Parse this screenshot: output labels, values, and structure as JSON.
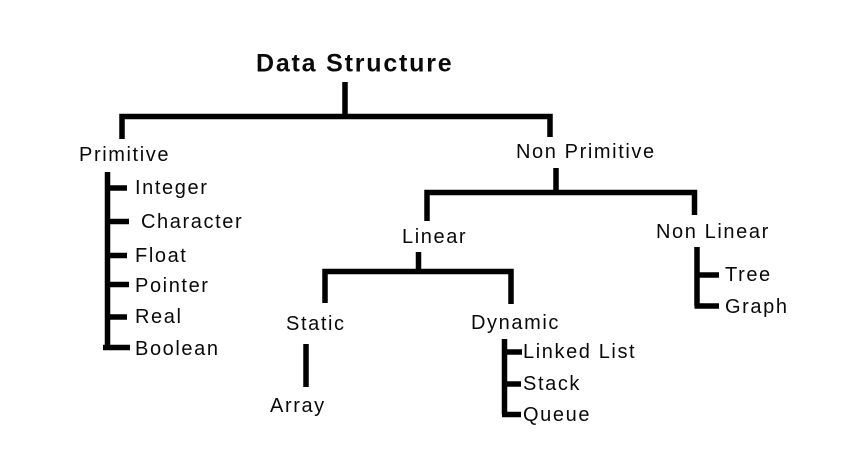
{
  "diagram": {
    "type": "tree",
    "background_color": "#ffffff",
    "line_color": "#000000",
    "text_color": "#0a0a0a",
    "tree": {
      "label": "Data Structure",
      "children": [
        {
          "label": "Primitive",
          "children": [
            {
              "label": "Integer"
            },
            {
              "label": "Character"
            },
            {
              "label": "Float"
            },
            {
              "label": "Pointer"
            },
            {
              "label": "Real"
            },
            {
              "label": "Boolean"
            }
          ]
        },
        {
          "label": "Non Primitive",
          "children": [
            {
              "label": "Linear",
              "children": [
                {
                  "label": "Static",
                  "children": [
                    {
                      "label": "Array"
                    }
                  ]
                },
                {
                  "label": "Dynamic",
                  "children": [
                    {
                      "label": "Linked List"
                    },
                    {
                      "label": "Stack"
                    },
                    {
                      "label": "Queue"
                    }
                  ]
                }
              ]
            },
            {
              "label": "Non Linear",
              "children": [
                {
                  "label": "Tree"
                },
                {
                  "label": "Graph"
                }
              ]
            }
          ]
        }
      ]
    }
  }
}
